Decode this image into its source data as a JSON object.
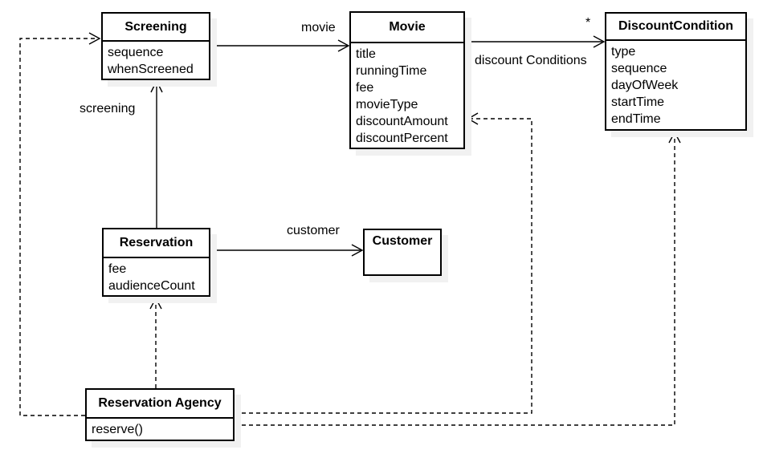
{
  "diagram": {
    "kind": "uml-class-diagram",
    "background_color": "#ffffff",
    "stroke_color": "#000000",
    "box_fill_color": "#ffffff",
    "shadow_color": "#f1f1f1"
  },
  "classes": {
    "screening": {
      "title": "Screening",
      "attributes": [
        "sequence",
        "whenScreened"
      ]
    },
    "movie": {
      "title": "Movie",
      "attributes": [
        "title",
        "runningTime",
        "fee",
        "movieType",
        "discountAmount",
        "discountPercent"
      ]
    },
    "discount_condition": {
      "title": "DiscountCondition",
      "attributes": [
        "type",
        "sequence",
        "dayOfWeek",
        "startTime",
        "endTime"
      ]
    },
    "reservation": {
      "title": "Reservation",
      "attributes": [
        "fee",
        "audienceCount"
      ]
    },
    "customer": {
      "title": "Customer"
    },
    "reservation_agency": {
      "title": "Reservation Agency",
      "operations": [
        "reserve()"
      ]
    }
  },
  "edge_labels": {
    "movie": "movie",
    "discount_conditions": "discount Conditions",
    "multiplicity_many": "*",
    "customer": "customer",
    "screening": "screening"
  }
}
